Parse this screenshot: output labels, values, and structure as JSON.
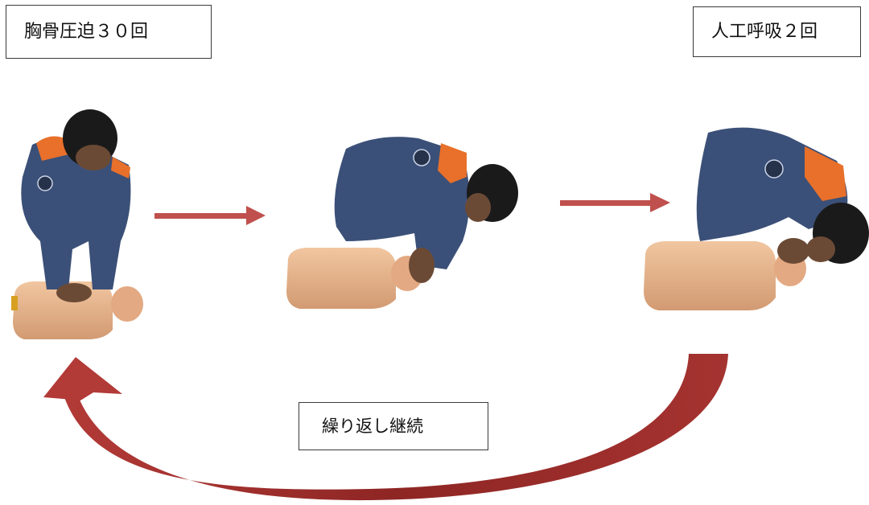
{
  "labels": {
    "compressions": "胸骨圧迫３０回",
    "breaths": "人工呼吸２回",
    "repeat": "繰り返し継続"
  },
  "colors": {
    "arrow": "#c0504d",
    "loop_arrow": "#9b2d2b",
    "uniform": "#3b5078",
    "orange": "#e8702a",
    "manikin": "#e8b48c",
    "hair": "#1a1a1a",
    "skin": "#6b4a35"
  }
}
